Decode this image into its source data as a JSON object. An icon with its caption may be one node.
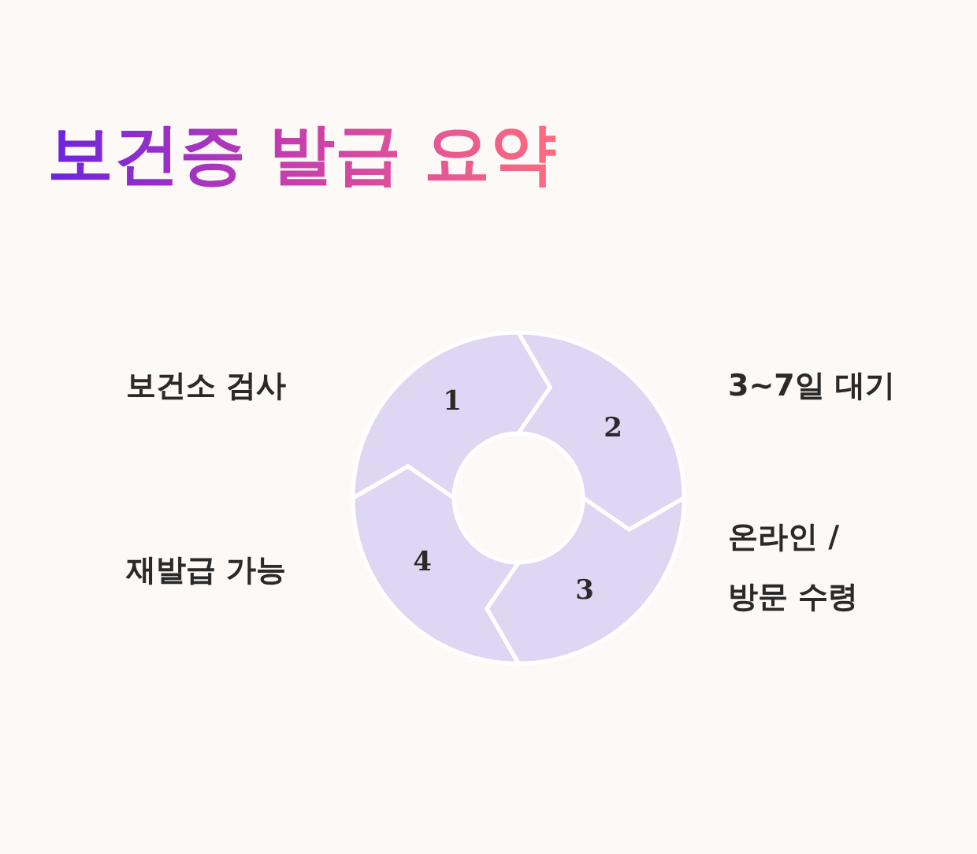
{
  "diagram": {
    "title": "보건증 발급 요약",
    "nodes": [
      {
        "text": [
          "1"
        ],
        "beside": [
          "보건소 검사"
        ]
      },
      {
        "text": [
          "2"
        ],
        "beside": [
          "3~7일 대기"
        ]
      },
      {
        "text": [
          "3"
        ],
        "beside": [
          "온라인 / 방문 수령"
        ]
      },
      {
        "text": [
          "4"
        ],
        "beside": [
          "재발급 가능"
        ]
      }
    ]
  }
}
